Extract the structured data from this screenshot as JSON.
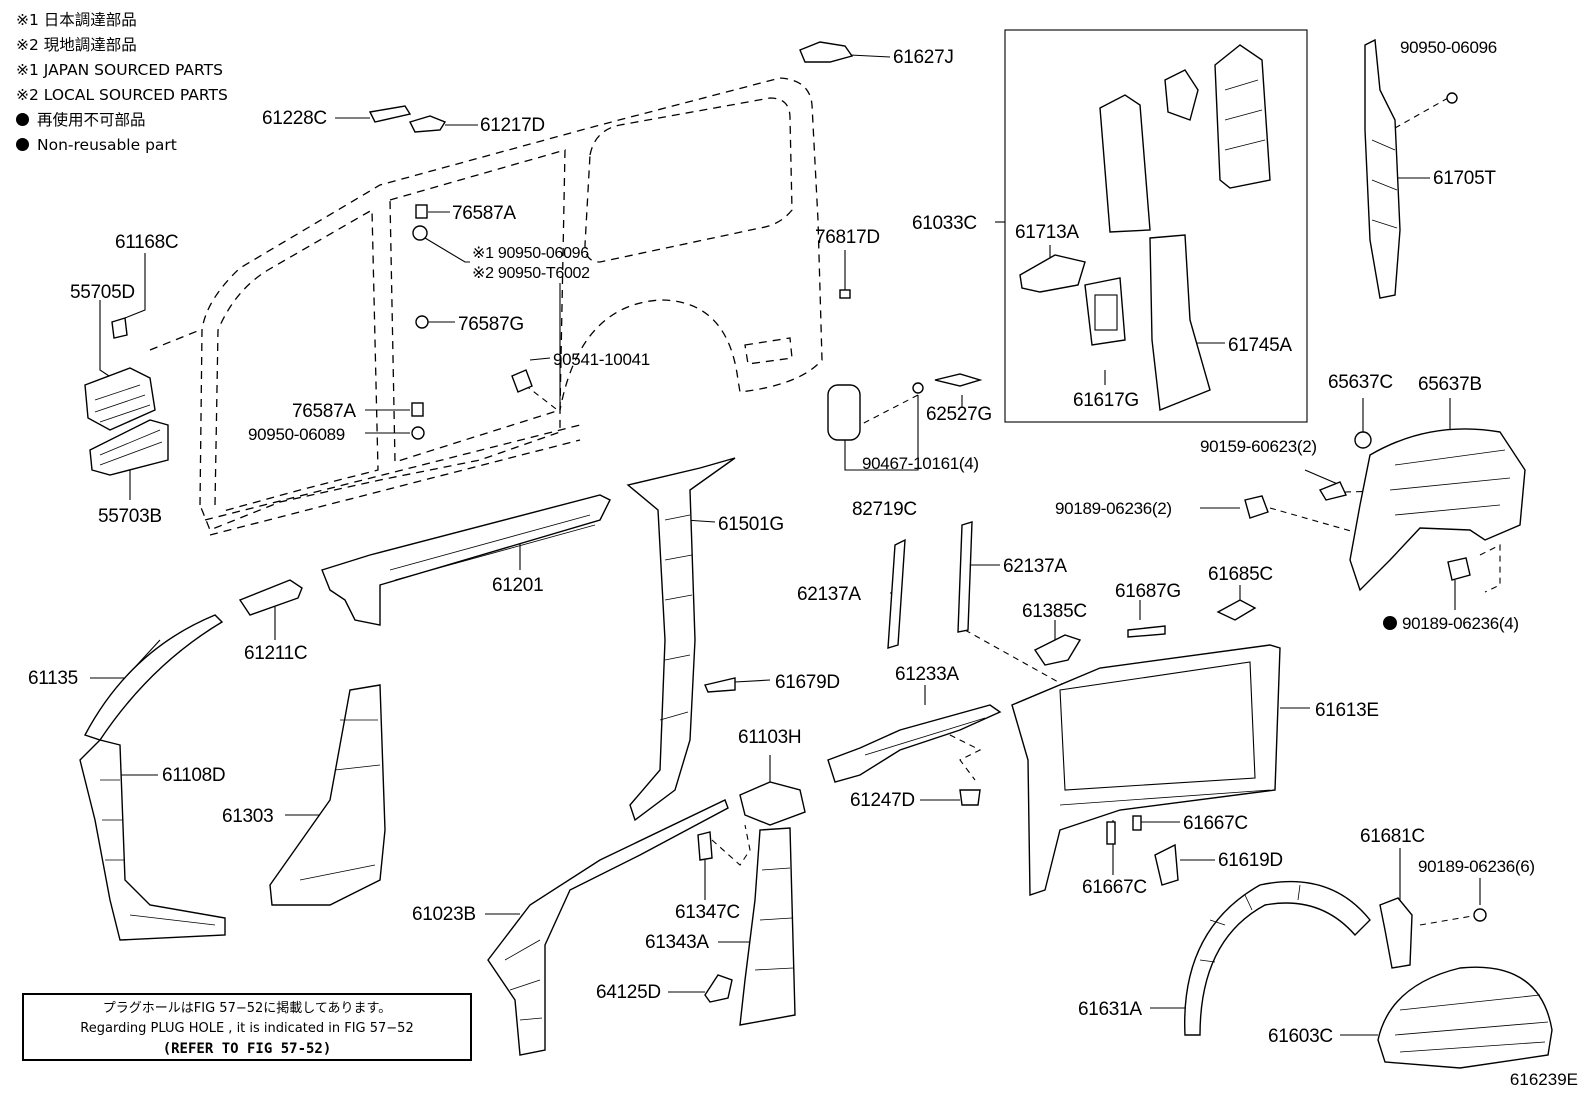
{
  "legend": {
    "jp1": "※1  日本調達部品",
    "jp2": "※2  現地調達部品",
    "en1": "※1  JAPAN SOURCED PARTS",
    "en2": "※2  LOCAL SOURCED PARTS",
    "jp_nonreuse": "再使用不可部品",
    "en_nonreuse": "Non-reusable part"
  },
  "note": {
    "jp": "プラグホールはFIG 57−52に掲載してあります。",
    "en": "Regarding  PLUG  HOLE , it is indicated in  FIG  57−52",
    "ref": "(REFER TO FIG 57-52)"
  },
  "figure_id": "616239E",
  "parts": {
    "p61627J": "61627J",
    "p61228C": "61228C",
    "p61217D": "61217D",
    "p76587A_top": "76587A",
    "p90950_06096_a": "※1 90950-06096",
    "p90950_T6002": "※2 90950-T6002",
    "p76587G": "76587G",
    "p90541_10041": "90541-10041",
    "p76587A_low": "76587A",
    "p90950_06089": "90950-06089",
    "p61168C": "61168C",
    "p55705D": "55705D",
    "p55703B": "55703B",
    "p76817D": "76817D",
    "p61033C": "61033C",
    "p61713A": "61713A",
    "p61745A": "61745A",
    "p61617G": "61617G",
    "p90950_06096_b": "90950-06096",
    "p61705T": "61705T",
    "p62527G": "62527G",
    "p90467_10161": "90467-10161(4)",
    "p82719C": "82719C",
    "p65637C": "65637C",
    "p65637B": "65637B",
    "p90159_60623": "90159-60623(2)",
    "p90189_06236_2": "90189-06236(2)",
    "p90189_06236_4": "90189-06236(4)",
    "p61501G": "61501G",
    "p61201": "61201",
    "p62137A_l": "62137A",
    "p62137A_r": "62137A",
    "p61687G": "61687G",
    "p61685C": "61685C",
    "p61385C": "61385C",
    "p61211C": "61211C",
    "p61135": "61135",
    "p61679D": "61679D",
    "p61233A": "61233A",
    "p61613E": "61613E",
    "p61108D": "61108D",
    "p61303": "61303",
    "p61103H": "61103H",
    "p61247D": "61247D",
    "p61667C_a": "61667C",
    "p61667C_b": "61667C",
    "p61619D": "61619D",
    "p61681C": "61681C",
    "p90189_06236_6": "90189-06236(6)",
    "p61023B": "61023B",
    "p61347C": "61347C",
    "p61343A": "61343A",
    "p64125D": "64125D",
    "p61631A": "61631A",
    "p61603C": "61603C"
  }
}
